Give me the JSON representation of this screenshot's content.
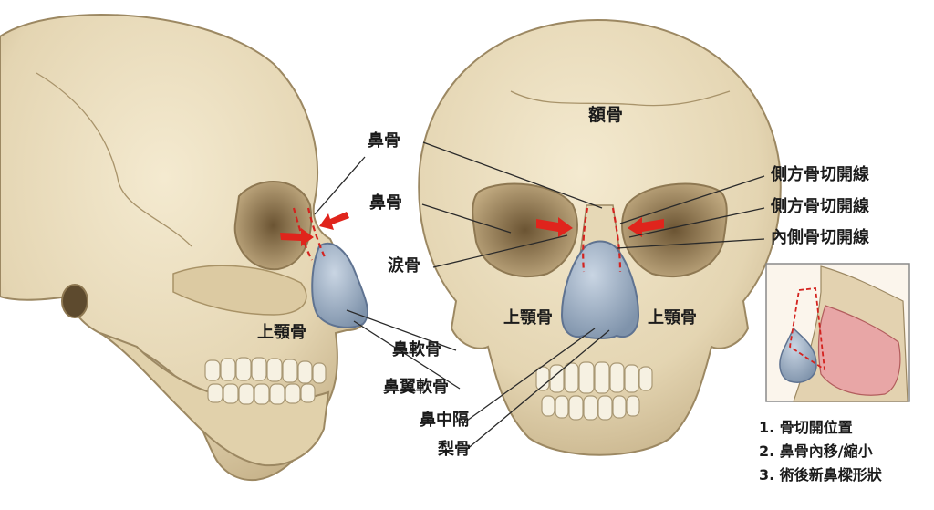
{
  "labels": {
    "side_nasal_bone": "鼻骨",
    "side_maxilla": "上顎骨",
    "side_lateral_cartilage": "鼻軟骨",
    "side_alar_cartilage": "鼻翼軟骨",
    "center_nasal_bone": "鼻骨",
    "center_lacrimal": "涙骨",
    "center_septum": "鼻中隔",
    "center_vomer": "梨骨",
    "front_frontal": "額骨",
    "front_maxilla_left": "上顎骨",
    "front_maxilla_right": "上顎骨",
    "lateral_osteotomy_1": "側方骨切開線",
    "lateral_osteotomy_2": "側方骨切開線",
    "medial_osteotomy": "內側骨切開線"
  },
  "legend": [
    "1. 骨切開位置",
    "2. 鼻骨內移/縮小",
    "3. 術後新鼻樑形狀"
  ],
  "colors": {
    "bone": "#e9dcbc",
    "bone_shadow": "#c9b690",
    "cartilage": "#9fb1c6",
    "osteotomy_line": "#d4231f",
    "arrow": "#e0241c",
    "leader": "#2a2a2a",
    "mucosa": "#e8a6a6"
  }
}
